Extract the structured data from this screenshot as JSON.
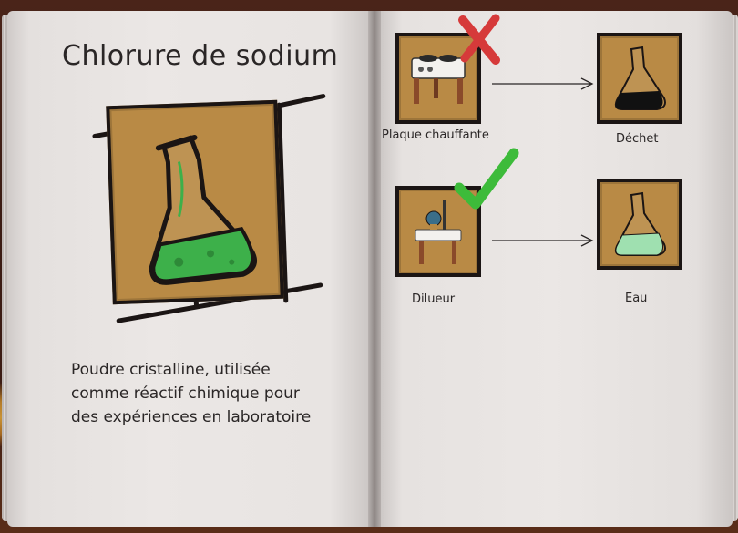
{
  "item": {
    "title": "Chlorure de sodium",
    "description_lines": [
      "Poudre cristalline, utilisée",
      "comme réactif chimique pour",
      "des expériences en laboratoire"
    ],
    "icon": "green-flask-icon"
  },
  "recipes": [
    {
      "station": "Plaque chauffante",
      "station_icon": "hot-plate-icon",
      "status": "invalid",
      "status_icon": "red-x-icon",
      "result": "Déchet",
      "result_icon": "black-flask-icon"
    },
    {
      "station": "Dilueur",
      "station_icon": "diluter-icon",
      "status": "valid",
      "status_icon": "green-check-icon",
      "result": "Eau",
      "result_icon": "light-green-flask-icon"
    }
  ],
  "colors": {
    "frame_fill": "#b98a45",
    "frame_border": "#1b1514",
    "page": "#ebe7e5",
    "invalid": "#d63a3a",
    "valid": "#3dbb3a",
    "flask_green": "#3db04a",
    "flask_light_green": "#9fe0b0"
  }
}
